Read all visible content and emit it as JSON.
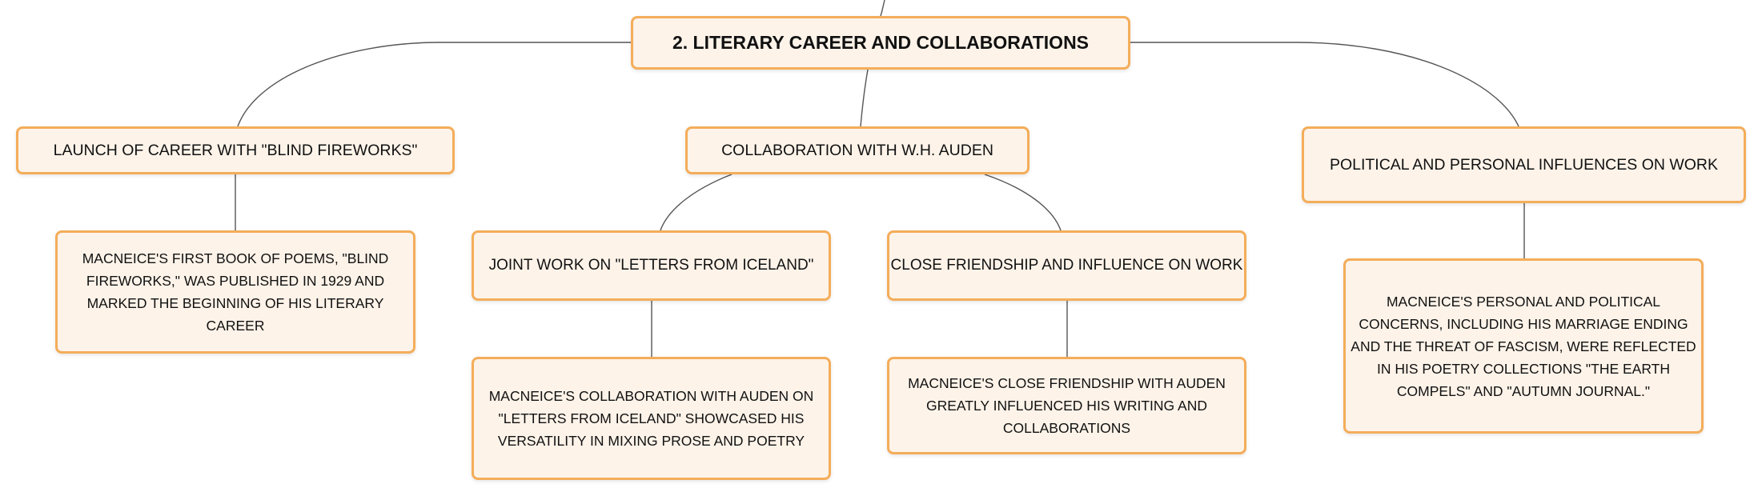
{
  "diagram": {
    "root": {
      "label": "2. LITERARY CAREER AND COLLABORATIONS"
    },
    "branches": [
      {
        "label": "LAUNCH OF CAREER WITH \"BLIND FIREWORKS\"",
        "detail": "MACNEICE'S FIRST BOOK OF POEMS, \"BLIND FIREWORKS,\" WAS PUBLISHED IN 1929 AND MARKED THE BEGINNING OF HIS LITERARY CAREER"
      },
      {
        "label": "COLLABORATION WITH W.H. AUDEN",
        "children": [
          {
            "label": "JOINT WORK ON \"LETTERS FROM ICELAND\"",
            "detail": "MACNEICE'S COLLABORATION WITH AUDEN ON \"LETTERS FROM ICELAND\" SHOWCASED HIS VERSATILITY IN MIXING PROSE AND POETRY"
          },
          {
            "label": "CLOSE FRIENDSHIP AND INFLUENCE ON WORK",
            "detail": "MACNEICE'S CLOSE FRIENDSHIP WITH AUDEN GREATLY INFLUENCED HIS WRITING AND COLLABORATIONS"
          }
        ]
      },
      {
        "label": "POLITICAL AND PERSONAL INFLUENCES ON WORK",
        "detail": "MACNEICE'S PERSONAL AND POLITICAL CONCERNS, INCLUDING HIS MARRIAGE ENDING AND THE THREAT OF FASCISM, WERE REFLECTED IN HIS POETRY COLLECTIONS \"THE EARTH COMPELS\" AND \"AUTUMN JOURNAL.\""
      }
    ],
    "colors": {
      "node_fill": "#fdf3e9",
      "node_border": "#f4ad5a",
      "connector": "#555555",
      "text": "#111111"
    }
  }
}
